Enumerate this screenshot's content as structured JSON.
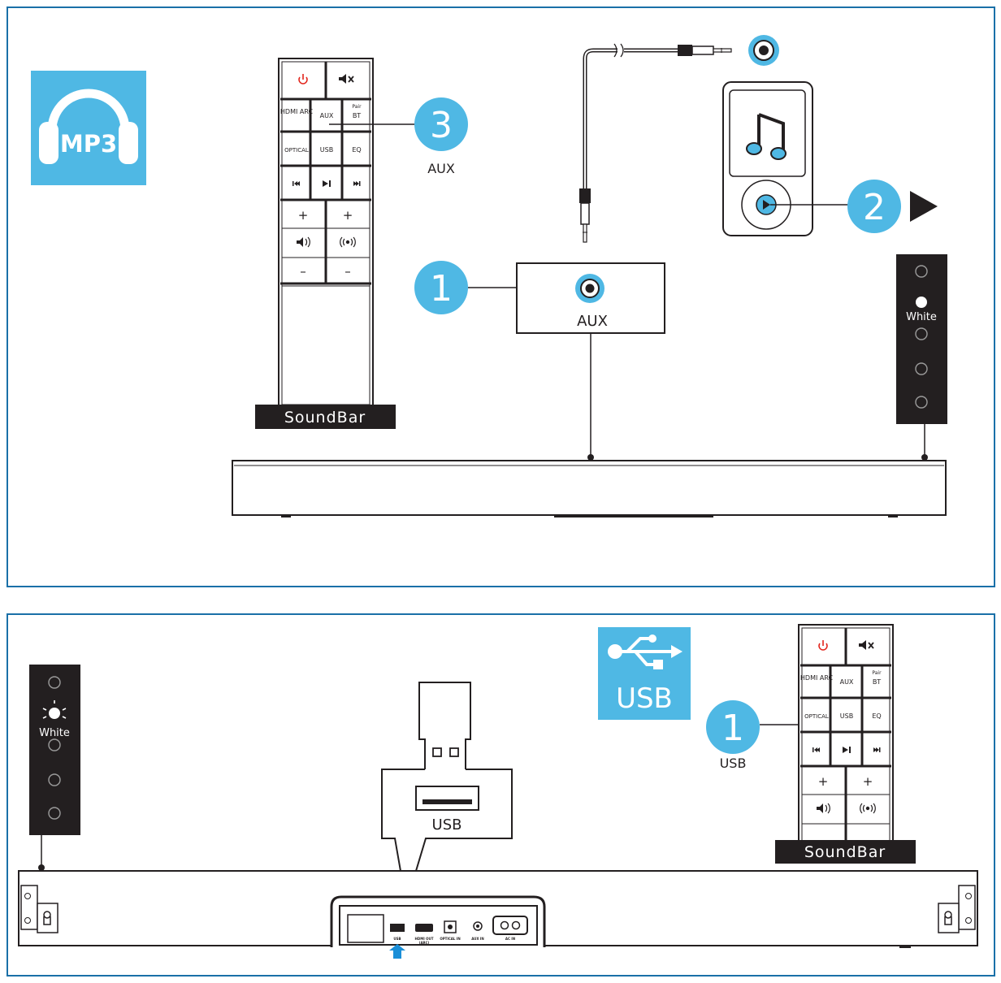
{
  "colors": {
    "accent": "#4fb8e4",
    "frame": "#1a70a8",
    "dark": "#231f20",
    "power": "#e2231a",
    "arrow": "#1a8fd8"
  },
  "panel1": {
    "mp3_badge": "MP3",
    "remote_brand": "SoundBar",
    "remote_keys": {
      "hdmi": "HDMI ARC",
      "aux": "AUX",
      "pair": "Pair",
      "bt": "BT",
      "optical": "OPTICAL",
      "usb": "USB",
      "eq": "EQ",
      "plus": "+",
      "minus": "–"
    },
    "step3": {
      "number": "3",
      "label": "AUX"
    },
    "step2": {
      "number": "2"
    },
    "step1": {
      "number": "1"
    },
    "aux_port_label": "AUX",
    "led_label": "White"
  },
  "panel2": {
    "usb_badge": "USB",
    "usb_port_label": "USB",
    "step1": {
      "number": "1",
      "label": "USB"
    },
    "remote_brand": "SoundBar",
    "led_label": "White",
    "rear_ports": [
      "USB",
      "HDMI OUT",
      "(ARC)",
      "OPTICAL IN",
      "AUX IN",
      "AC IN"
    ]
  }
}
